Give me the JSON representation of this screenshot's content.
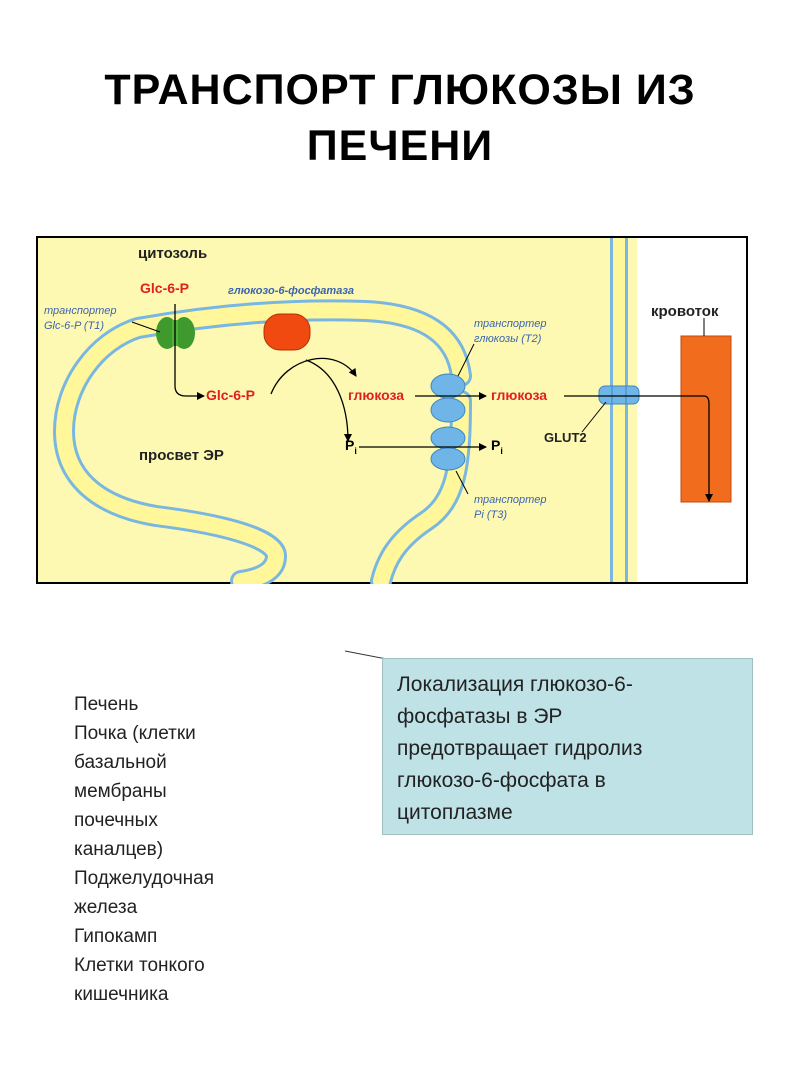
{
  "title_lines": [
    "ТРАНСПОРТ ГЛЮКОЗЫ ИЗ",
    "ПЕЧЕНИ"
  ],
  "diagram": {
    "cytosol": "цитозоль",
    "glc6p_top": "Glc-6-P",
    "phosphatase": "глюкозо-6-фосфатаза",
    "t1_line1": "транспортер",
    "t1_line2": "Glc-6-P (T1)",
    "t2_line1": "транспортер",
    "t2_line2": "глюкозы (T2)",
    "glc6p_er": "Glc-6-P",
    "glucose_er": "глюкоза",
    "glucose_cyt": "глюкоза",
    "pi_letter": "P",
    "pi_sub": "i",
    "er_lumen": "просвет ЭР",
    "glut2": "GLUT2",
    "t3_line1": "транспортер",
    "t3_line2": "Pi  (T3)",
    "bloodstream": "кровоток",
    "colors": {
      "membrane_fill": "#fff79a",
      "membrane_edge": "#7ab7e0",
      "cytosol_bg": "#fdf9b2",
      "t1": "#3f9a2e",
      "phosphatase": "#f04a10",
      "channel": "#6fb5e8",
      "vessel": "#f26c1e",
      "red_text": "#e02020",
      "blue_text": "#3b64b0"
    }
  },
  "organs": [
    "Печень",
    "Почка (клетки",
    "базальной",
    "мембраны",
    "почечных",
    "каналцев)",
    "Поджелудочная",
    "железа",
    "Гипокамп",
    "Клетки тонкого",
    "кишечника"
  ],
  "note_lines": [
    "Локализация глюкозо-6-",
    "фосфатазы в ЭР",
    "предотвращает гидролиз",
    "глюкозо-6-фосфата в",
    "цитоплазме"
  ]
}
